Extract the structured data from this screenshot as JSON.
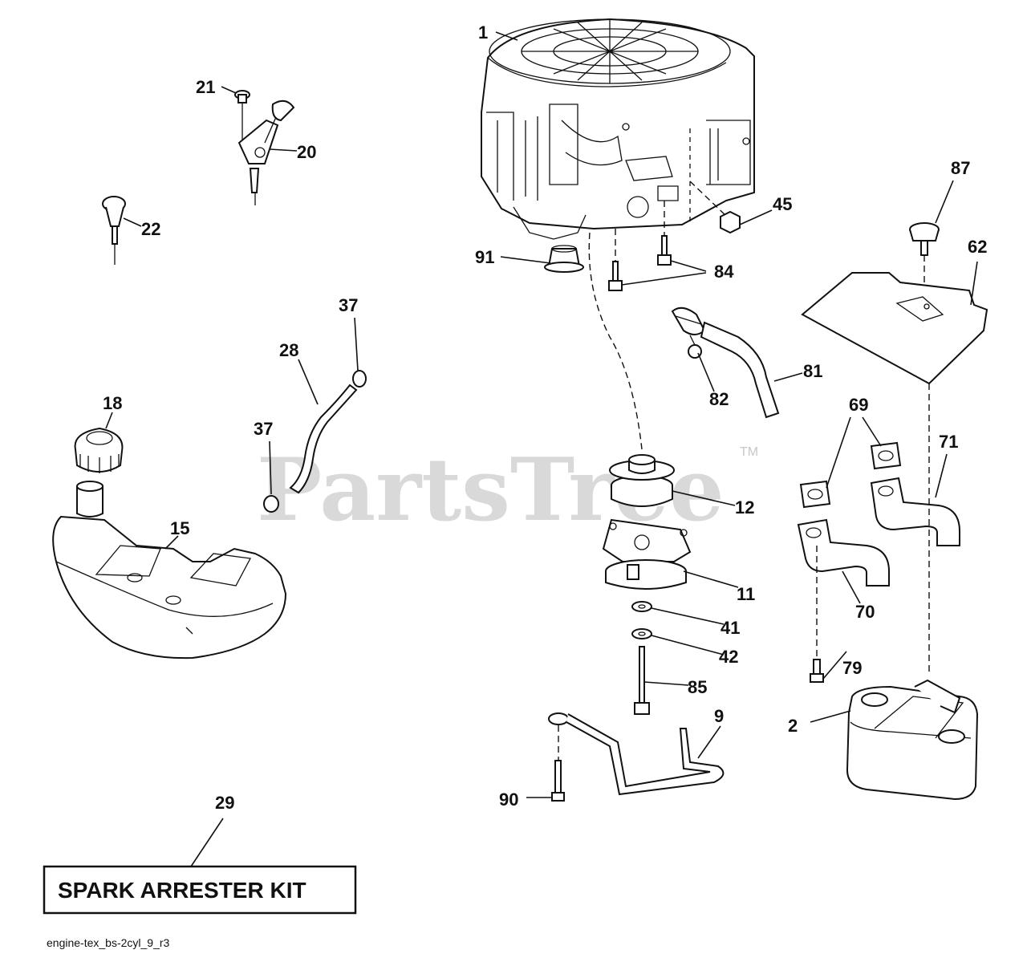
{
  "watermark": {
    "text": "PartsTree",
    "tm": "TM"
  },
  "kit_label": "SPARK ARRESTER KIT",
  "footer": "engine-tex_bs-2cyl_9_r3",
  "callouts": {
    "c1": "1",
    "c2": "2",
    "c9": "9",
    "c11": "11",
    "c12": "12",
    "c15": "15",
    "c18": "18",
    "c20": "20",
    "c21": "21",
    "c22": "22",
    "c28": "28",
    "c29": "29",
    "c37a": "37",
    "c37b": "37",
    "c41": "41",
    "c42": "42",
    "c45": "45",
    "c62": "62",
    "c69": "69",
    "c70": "70",
    "c71": "71",
    "c79": "79",
    "c81": "81",
    "c82": "82",
    "c84": "84",
    "c85": "85",
    "c87": "87",
    "c90": "90",
    "c91": "91"
  }
}
